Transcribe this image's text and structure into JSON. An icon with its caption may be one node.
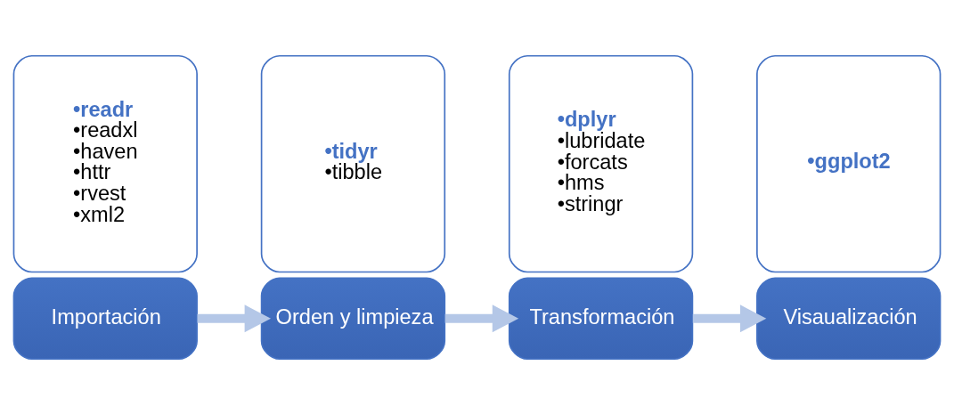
{
  "diagram": {
    "nodes": [
      {
        "text": [
          "Importación"
        ]
      },
      {
        "text": [
          "•readr",
          "•readxl",
          "•haven",
          "•httr",
          "•rvest",
          "•xml2"
        ]
      },
      {
        "text": [
          "Orden y limpieza"
        ]
      },
      {
        "text": [
          "•tidyr",
          "•tibble"
        ]
      },
      {
        "text": [
          "Transformación"
        ]
      },
      {
        "text": [
          "•dplyr",
          "•lubridate",
          "•forcats",
          "•hms",
          "•stringr"
        ]
      },
      {
        "text": [
          "Visaualización"
        ]
      },
      {
        "text": [
          "•ggplot2"
        ]
      }
    ],
    "edges": [
      {
        "from": 0,
        "to": 2,
        "arrow": "to"
      },
      {
        "from": 2,
        "to": 4,
        "arrow": "to"
      },
      {
        "from": 4,
        "to": 6,
        "arrow": "to"
      }
    ]
  }
}
